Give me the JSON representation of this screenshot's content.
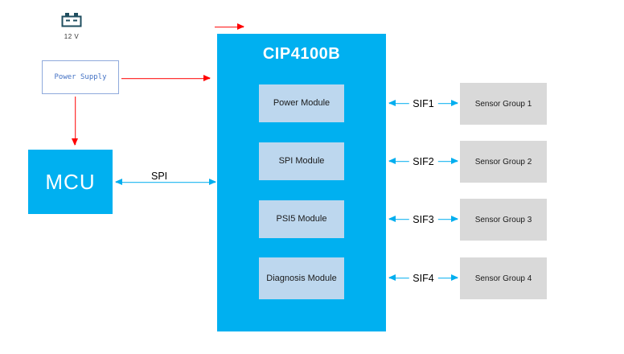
{
  "colors": {
    "cyan": "#00B0F0",
    "module-fill": "#BDD7EE",
    "sensor-fill": "#D9D9D9",
    "arrow-red": "#FF0000",
    "arrow-blue": "#00AEEF",
    "ps-border": "#8FAADC",
    "ps-text": "#4472C4",
    "battery": "#1F4E5F"
  },
  "battery": {
    "label": "12 V"
  },
  "power_supply": {
    "label": "Power Supply"
  },
  "mcu": {
    "label": "MCU"
  },
  "cip": {
    "title": "CIP4100B",
    "modules": [
      {
        "label": "Power Module"
      },
      {
        "label": "SPI Module"
      },
      {
        "label": "PSI5 Module"
      },
      {
        "label": "Diagnosis Module"
      }
    ]
  },
  "sensors": [
    {
      "label": "Sensor Group 1"
    },
    {
      "label": "Sensor Group 2"
    },
    {
      "label": "Sensor Group 3"
    },
    {
      "label": "Sensor Group 4"
    }
  ],
  "links": {
    "spi": "SPI",
    "sif": [
      "SIF1",
      "SIF2",
      "SIF3",
      "SIF4"
    ]
  }
}
